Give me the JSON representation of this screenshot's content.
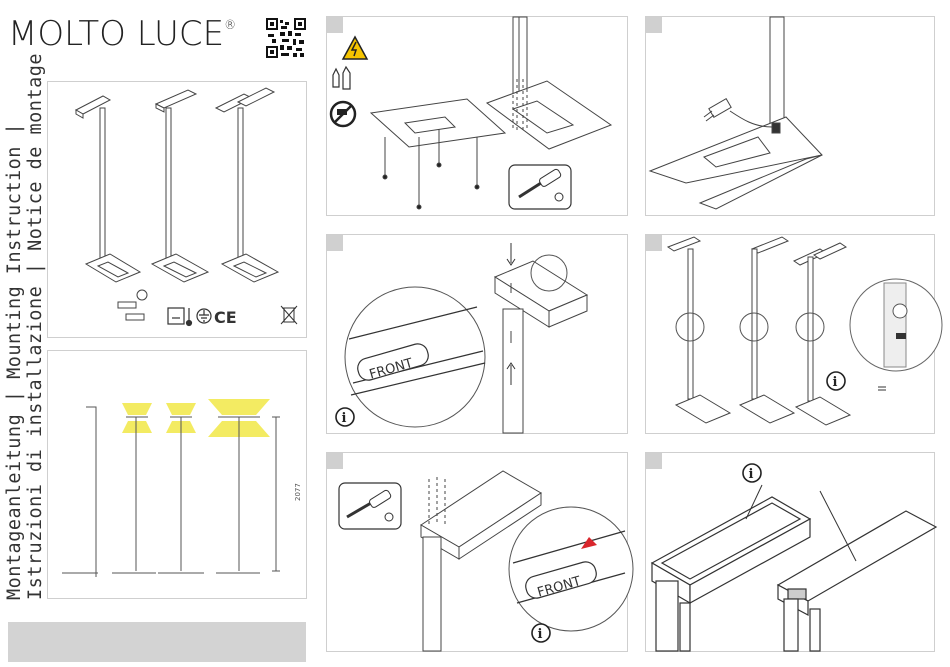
{
  "header": {
    "brand": "MOLTO LUCE",
    "registered_mark": "®"
  },
  "title": {
    "line1": "Montageanleitung | Mounting Instruction |",
    "line2": "Istruzioni di installazione | Notice de montage"
  },
  "labels": {
    "front_1": "FRONT",
    "front_2": "FRONT",
    "height_dimension": "2077",
    "side_mark_1": "FRONT",
    "side_mark_2": "FRONT"
  },
  "icons": [
    "qr-code-icon",
    "electric-hazard-icon",
    "gloves-icon",
    "no-drill-icon",
    "screwdriver-icon",
    "info-icon",
    "ce-mark-icon",
    "weee-bin-icon",
    "usb-icon"
  ],
  "colors": {
    "hazard": "#f5c400",
    "light": "#f3ea5a",
    "accent_red": "#d9262c",
    "step_badge": "#d0d0d0"
  }
}
